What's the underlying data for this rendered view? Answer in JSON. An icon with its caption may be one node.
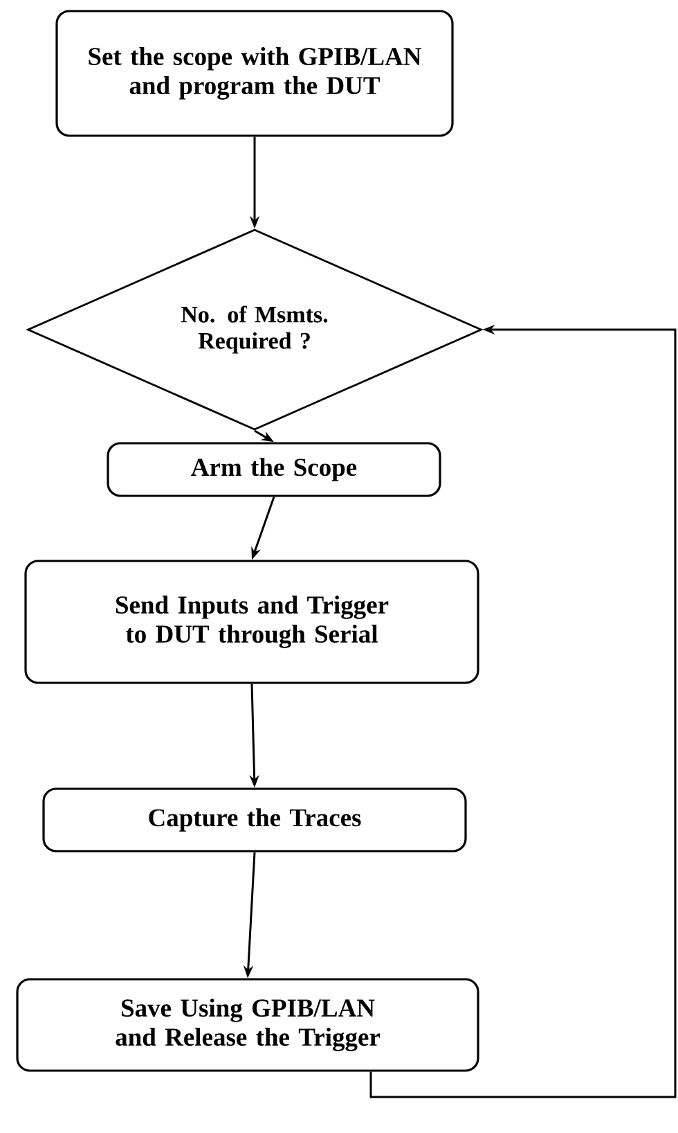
{
  "diagram": {
    "nodes": [
      {
        "text": [
          "Set the scope with GPIB/LAN and program the DUT"
        ]
      },
      {
        "text": [
          "No. of Msmts. Required ?"
        ]
      },
      {
        "text": [
          "Arm the Scope"
        ]
      },
      {
        "text": [
          "Send Inputs and Trigger to DUT through Serial"
        ]
      },
      {
        "text": [
          "Capture the Traces"
        ]
      },
      {
        "text": [
          "Save Using GPIB/LAN and Release the Trigger"
        ]
      }
    ],
    "edges": [
      {
        "from": 0,
        "to": 1,
        "arrow": "to"
      },
      {
        "from": 1,
        "to": 2,
        "arrow": "to"
      },
      {
        "from": 2,
        "to": 3,
        "arrow": "to"
      },
      {
        "from": 3,
        "to": 4,
        "arrow": "to"
      },
      {
        "from": 4,
        "to": 5,
        "arrow": "to"
      },
      {
        "from": 5,
        "to": 1,
        "arrow": "to"
      }
    ]
  }
}
